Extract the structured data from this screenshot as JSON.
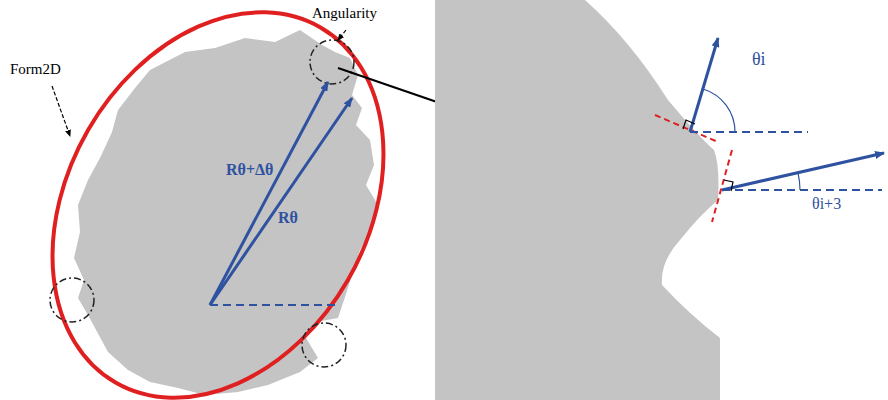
{
  "diagram": {
    "labels": [
      "Angularity",
      "Form2D",
      "Rθ+Δθ",
      "Rθ",
      "θi",
      "θi+3"
    ]
  }
}
